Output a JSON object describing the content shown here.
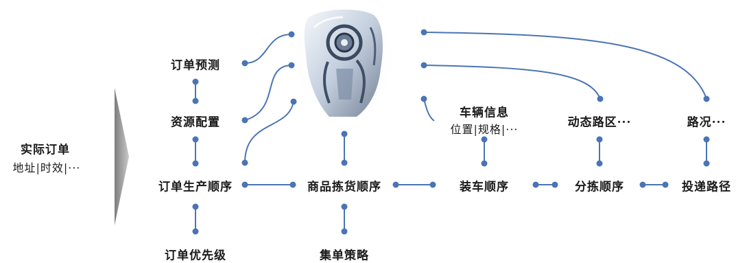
{
  "input": {
    "title": "实际订单",
    "detail": "地址|时效|···"
  },
  "nodes": {
    "forecast": "订单预测",
    "resource": "资源配置",
    "production": "订单生产顺序",
    "priority": "订单优先级",
    "picking": "商品拣货顺序",
    "batching": "集单策略",
    "loading": "装车顺序",
    "vehicle": "车辆信息",
    "vehicle_detail": "位置|规格|···",
    "sorting": "分拣顺序",
    "zone": "动态路区···",
    "delivery": "投递路径",
    "traffic": "路况···"
  },
  "colors": {
    "line": "#4a74b3",
    "arrow": "#9a9a9a"
  },
  "icons": {
    "center_image": "robot-head-icon"
  }
}
